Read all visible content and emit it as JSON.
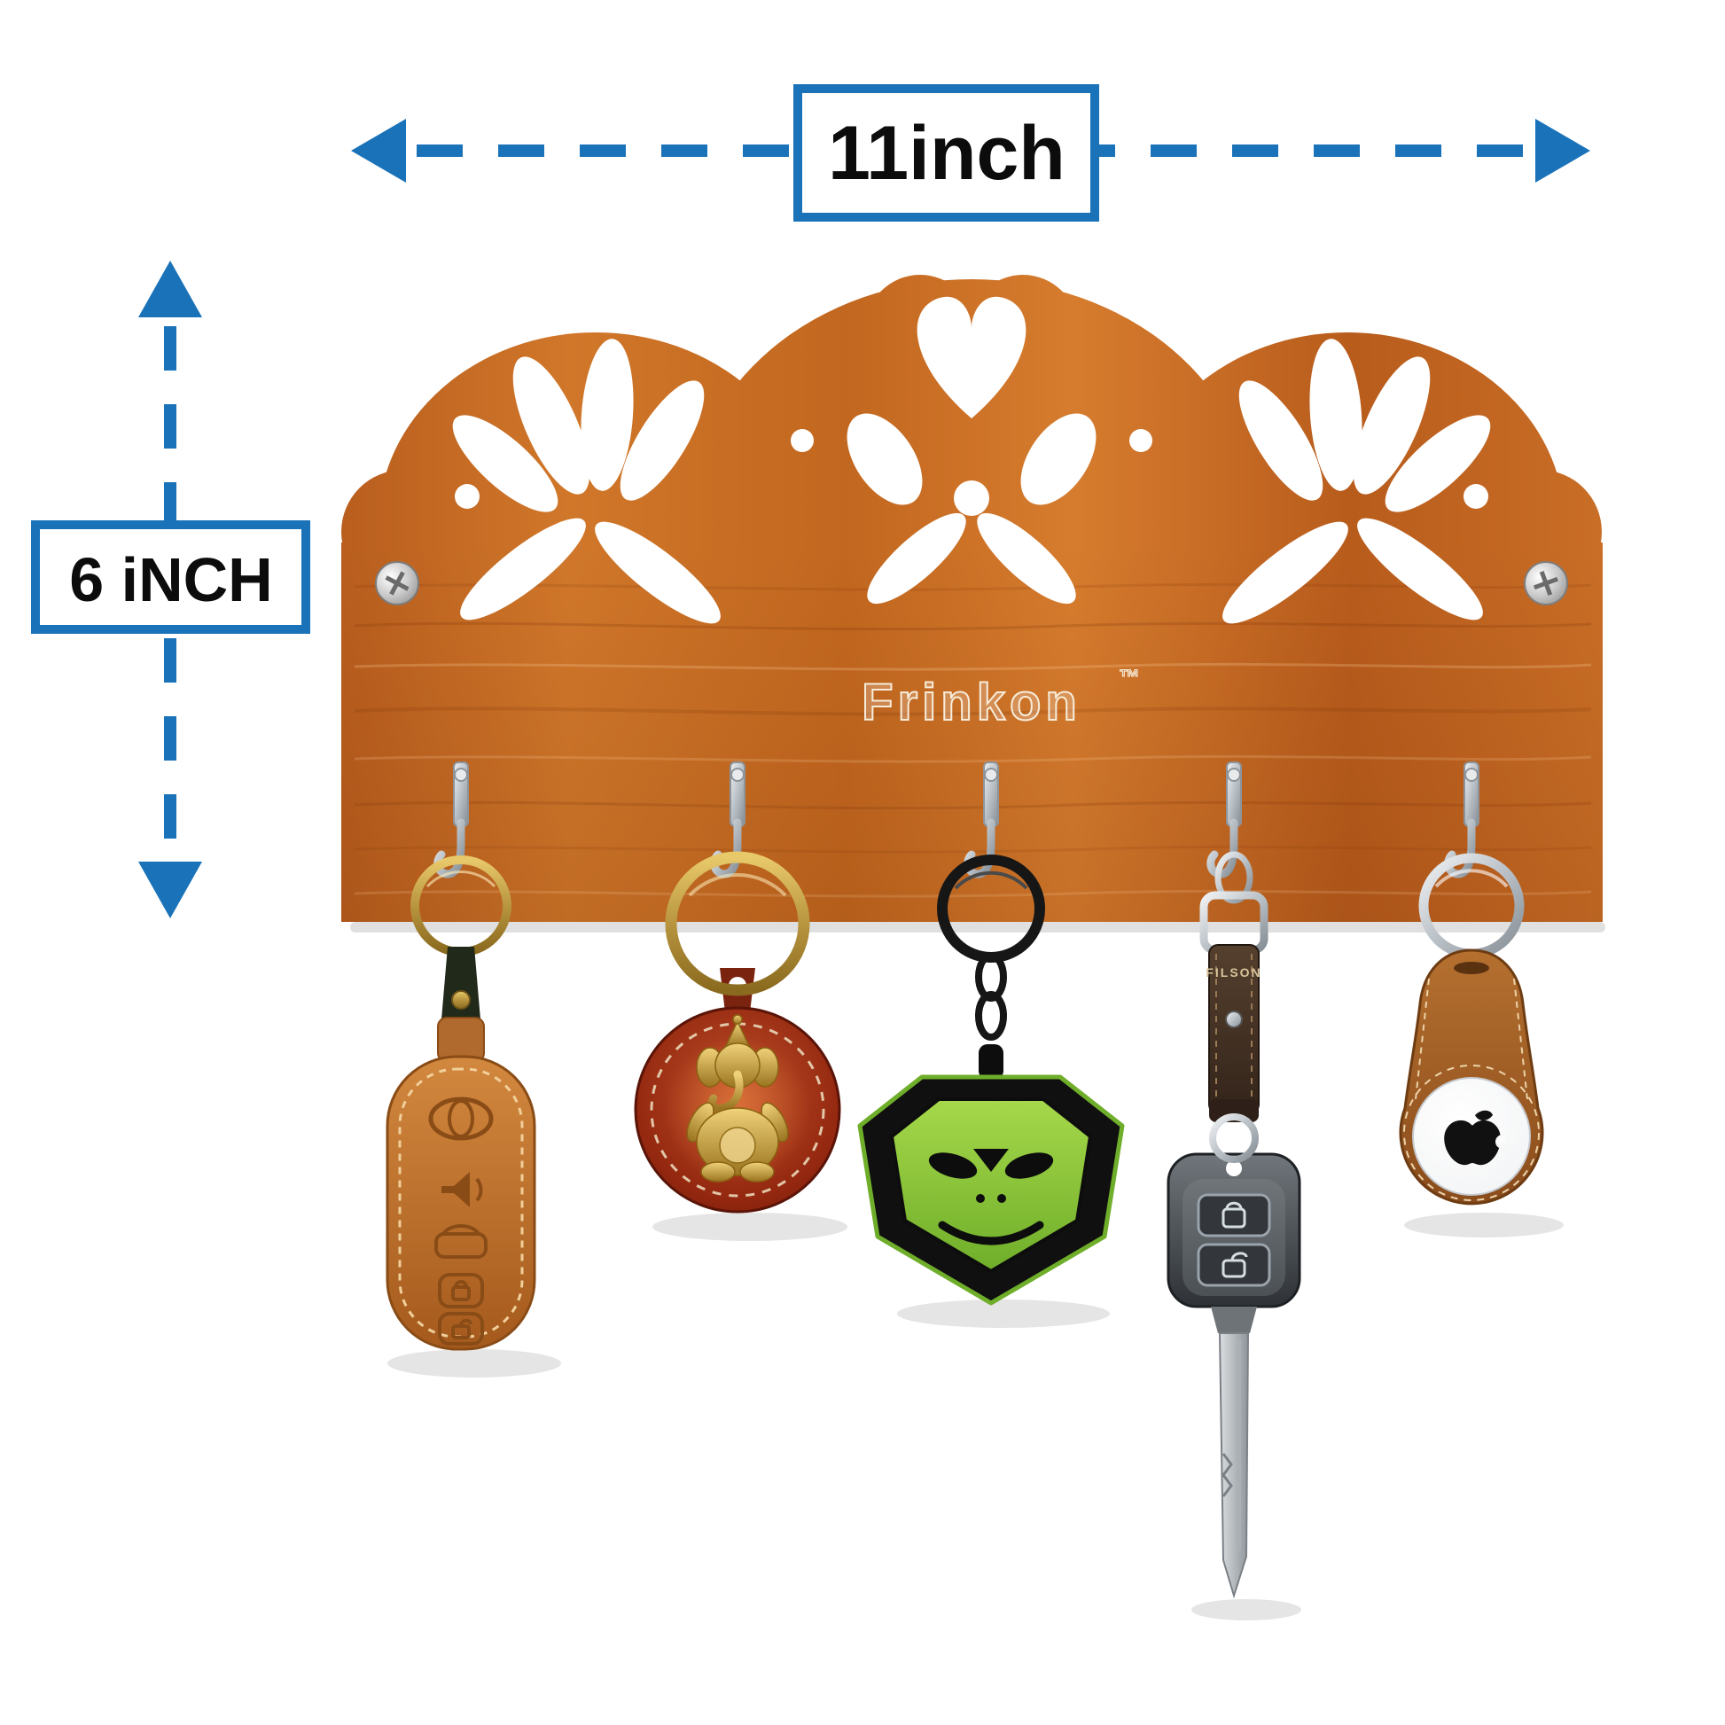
{
  "canvas": {
    "background": "#ffffff"
  },
  "dimension_annotations": {
    "arrow_color": "#1a72b8",
    "width": {
      "label": "11inch"
    },
    "height": {
      "label": "6 iNCH"
    }
  },
  "product": {
    "type": "wooden wall key holder with floral cutout crown",
    "brand": "Frinkon",
    "trademark": "™",
    "wood_color": "#c2671f",
    "hooks": {
      "count": 5,
      "finish": "chrome"
    },
    "keychains": [
      {
        "name": "leather-car-remote-fob-cover",
        "color": "#c07a33"
      },
      {
        "name": "round-leather-ganesha-keychain",
        "color": "#8a2413"
      },
      {
        "name": "green-black-rubber-mascot-keychain",
        "color": "#8dc63f"
      },
      {
        "name": "car-key-with-leather-strap",
        "strap_text": "FILSON"
      },
      {
        "name": "airtag-in-leather-loop-holder",
        "color": "#a9602a"
      }
    ]
  }
}
